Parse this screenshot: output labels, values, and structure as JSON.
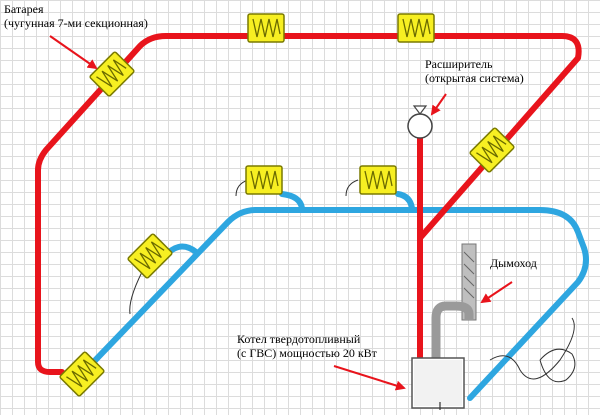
{
  "labels": {
    "battery": {
      "line1": "Батарея",
      "line2": "(чугунная 7-ми секционная)"
    },
    "expander": {
      "line1": "Расширитель",
      "line2": "(открытая система)"
    },
    "chimney": {
      "line1": "Дымоход"
    },
    "boiler": {
      "line1": "Котел твердотопливный",
      "line2": "(с ГВС) мощностью 20 кВт"
    }
  },
  "colors": {
    "supply_pipe": "#e8141c",
    "return_pipe": "#2ea6e0",
    "radiator_fill": "#f7ef22",
    "radiator_stroke": "#7a7a00",
    "arrow": "#e8141c",
    "chimney_pipe": "#9a9a9a",
    "grid": "#dcdcdc"
  },
  "icons": {
    "radiator": "radiator-icon",
    "boiler": "boiler-icon",
    "expansion_tank": "expansion-tank-icon",
    "chimney": "chimney-icon",
    "pointer_arrow": "arrow-icon"
  }
}
